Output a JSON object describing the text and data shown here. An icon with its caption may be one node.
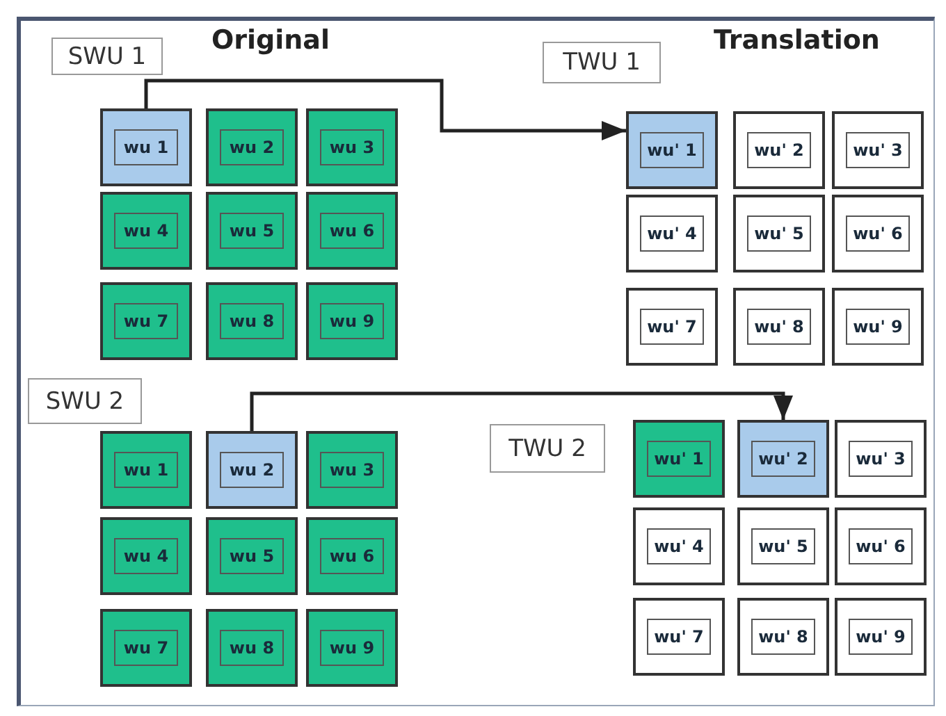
{
  "diagram": {
    "nodes": [
      {
        "text": [
          "SWU 1"
        ]
      },
      {
        "text": [
          "wu 1"
        ]
      },
      {
        "text": [
          "wu 2"
        ]
      },
      {
        "text": [
          "wu 3"
        ]
      },
      {
        "text": [
          "wu 4"
        ]
      },
      {
        "text": [
          "wu 5"
        ]
      },
      {
        "text": [
          "wu 6"
        ]
      },
      {
        "text": [
          "wu 7"
        ]
      },
      {
        "text": [
          "wu 8"
        ]
      },
      {
        "text": [
          "wu 9"
        ]
      },
      {
        "text": [
          "TWU 1"
        ]
      },
      {
        "text": [
          "wu' 1"
        ]
      },
      {
        "text": [
          "wu' 2"
        ]
      },
      {
        "text": [
          "wu' 3"
        ]
      },
      {
        "text": [
          "wu' 4"
        ]
      },
      {
        "text": [
          "wu' 5"
        ]
      },
      {
        "text": [
          "wu' 6"
        ]
      },
      {
        "text": [
          "wu' 7"
        ]
      },
      {
        "text": [
          "wu' 8"
        ]
      },
      {
        "text": [
          "wu' 9"
        ]
      },
      {
        "text": [
          "SWU 2"
        ]
      },
      {
        "text": [
          "wu 1"
        ]
      },
      {
        "text": [
          "wu 2"
        ]
      },
      {
        "text": [
          "wu 3"
        ]
      },
      {
        "text": [
          "wu 4"
        ]
      },
      {
        "text": [
          "wu 5"
        ]
      },
      {
        "text": [
          "wu 6"
        ]
      },
      {
        "text": [
          "wu 7"
        ]
      },
      {
        "text": [
          "wu 8"
        ]
      },
      {
        "text": [
          "wu 9"
        ]
      },
      {
        "text": [
          "TWU 2"
        ]
      },
      {
        "text": [
          "wu' 1"
        ]
      },
      {
        "text": [
          "wu' 2"
        ]
      },
      {
        "text": [
          "wu' 3"
        ]
      },
      {
        "text": [
          "wu' 4"
        ]
      },
      {
        "text": [
          "wu' 5"
        ]
      },
      {
        "text": [
          "wu' 6"
        ]
      },
      {
        "text": [
          "wu' 7"
        ]
      },
      {
        "text": [
          "wu' 8"
        ]
      },
      {
        "text": [
          "wu' 9"
        ]
      }
    ],
    "edges": [
      {
        "from": 1,
        "to": 11,
        "arrow": "to"
      },
      {
        "from": 22,
        "to": 32,
        "arrow": "to"
      }
    ],
    "labels": [
      "Original",
      "Translation"
    ]
  }
}
